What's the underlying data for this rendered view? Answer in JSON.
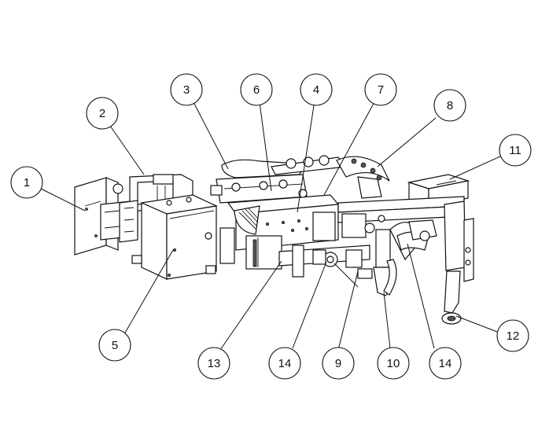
{
  "diagram": {
    "callouts": [
      {
        "id": "c1",
        "label": "1"
      },
      {
        "id": "c2",
        "label": "2"
      },
      {
        "id": "c3",
        "label": "3"
      },
      {
        "id": "c6",
        "label": "6"
      },
      {
        "id": "c4",
        "label": "4"
      },
      {
        "id": "c7",
        "label": "7"
      },
      {
        "id": "c8",
        "label": "8"
      },
      {
        "id": "c11",
        "label": "11"
      },
      {
        "id": "c12",
        "label": "12"
      },
      {
        "id": "c5",
        "label": "5"
      },
      {
        "id": "c13",
        "label": "13"
      },
      {
        "id": "c14a",
        "label": "14"
      },
      {
        "id": "c9",
        "label": "9"
      },
      {
        "id": "c10",
        "label": "10"
      },
      {
        "id": "c14b",
        "label": "14"
      }
    ],
    "colors": {
      "line": "#111111",
      "background": "#ffffff"
    }
  }
}
